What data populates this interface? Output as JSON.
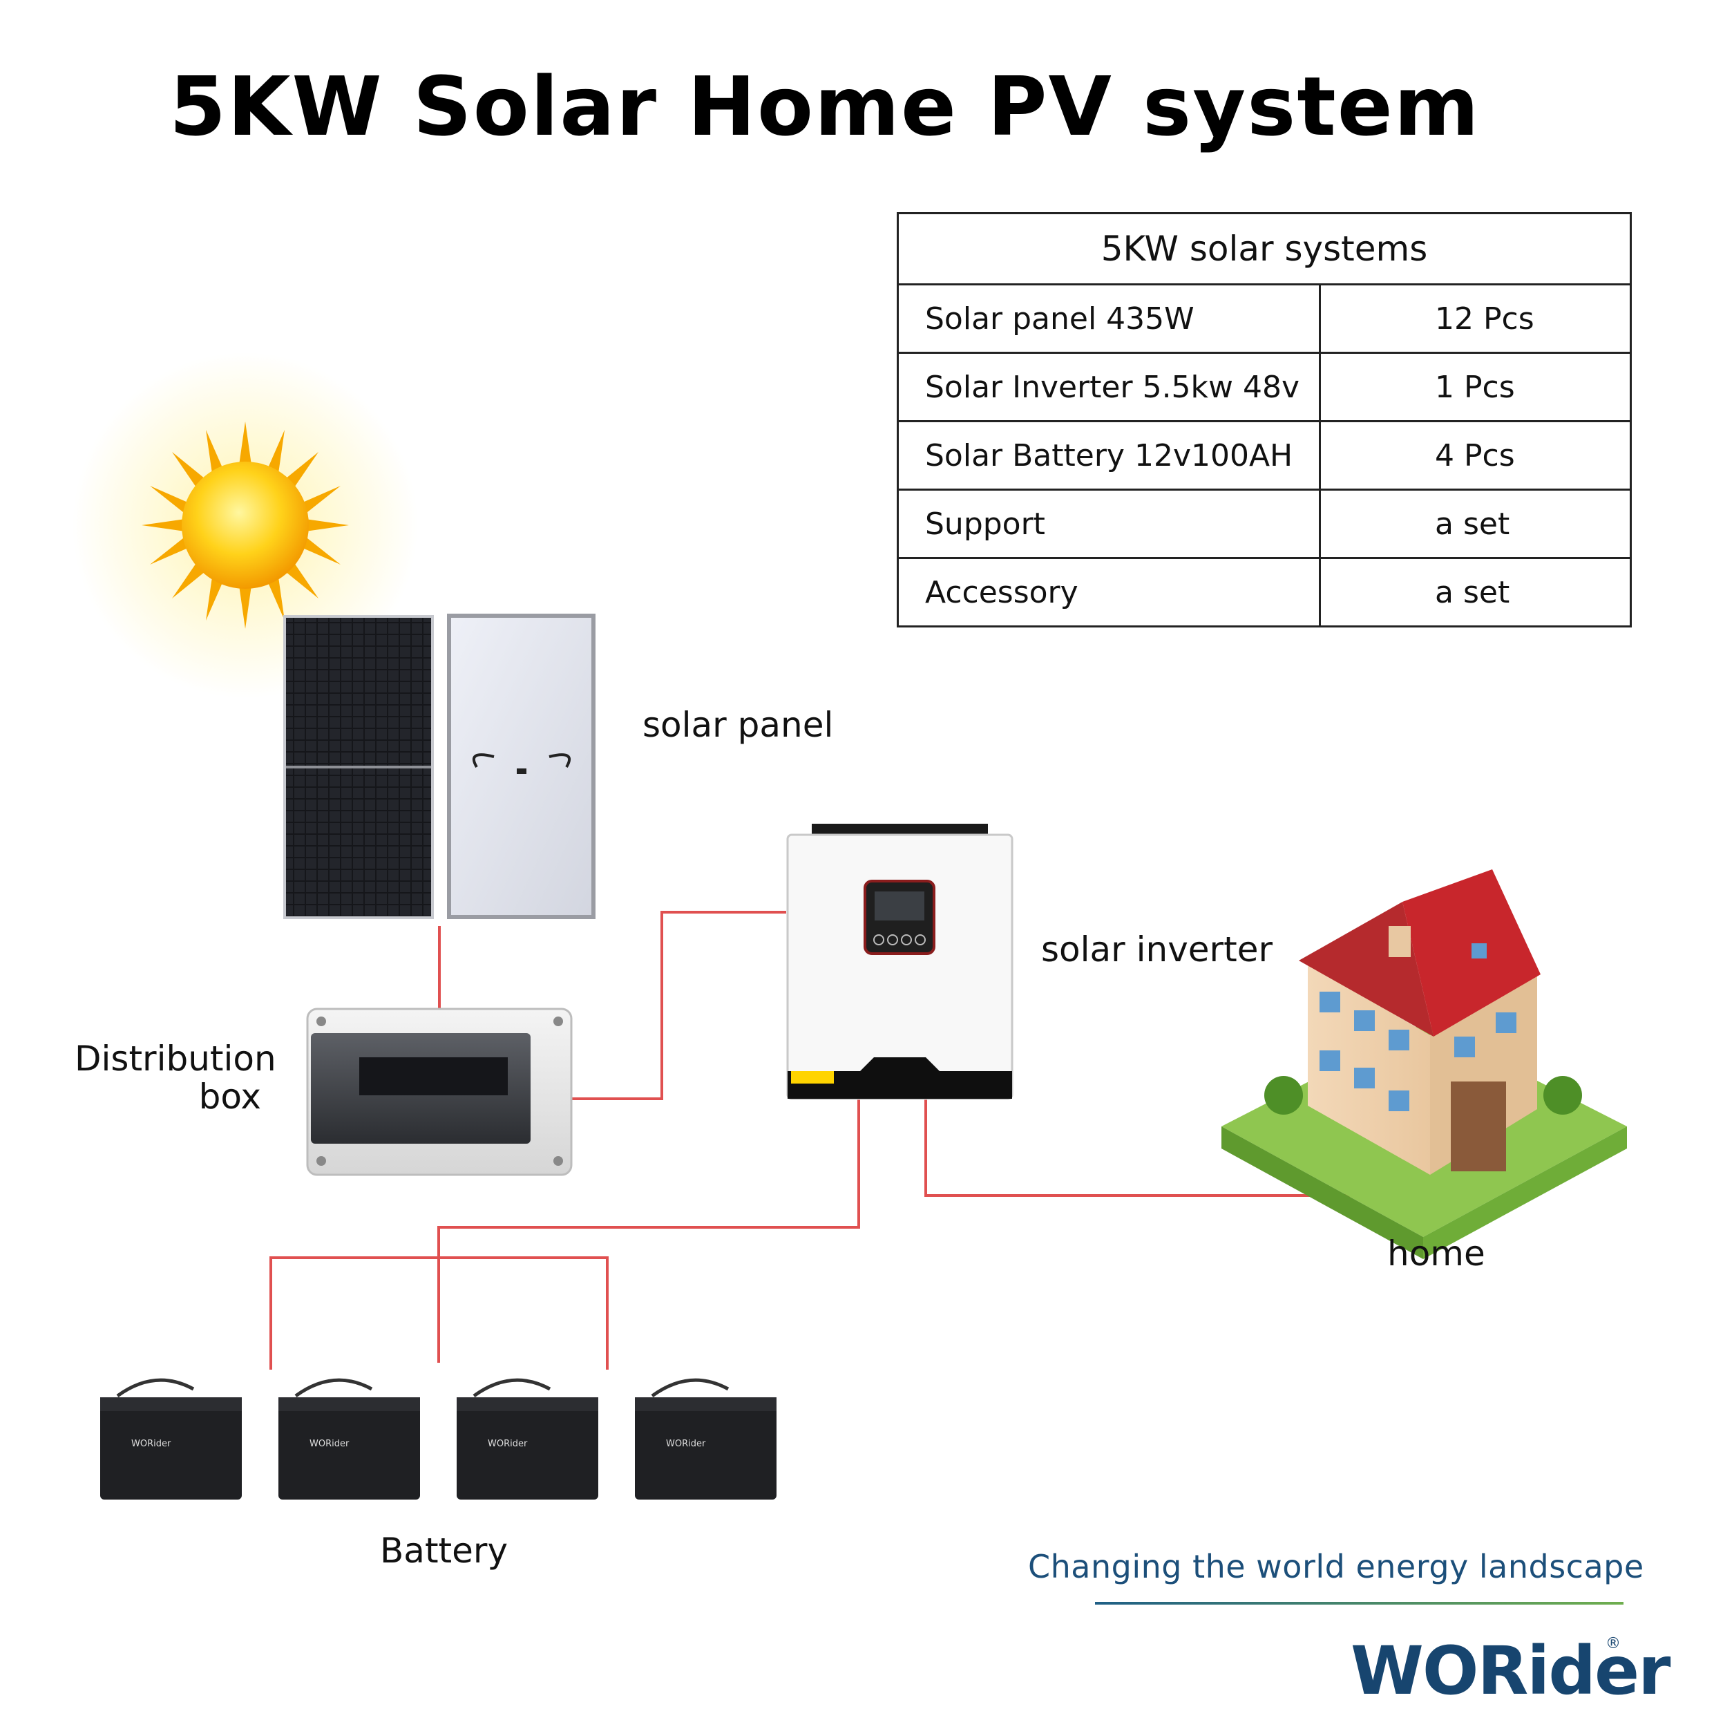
{
  "title": "5KW Solar Home PV system",
  "spec_table": {
    "header": "5KW solar systems",
    "rows": [
      {
        "item": "Solar panel 435W",
        "qty": "12 Pcs"
      },
      {
        "item": "Solar Inverter 5.5kw 48v",
        "qty": "1 Pcs"
      },
      {
        "item": "Solar Battery 12v100AH",
        "qty": "4 Pcs"
      },
      {
        "item": "Support",
        "qty": "a set"
      },
      {
        "item": "Accessory",
        "qty": "a set"
      }
    ]
  },
  "labels": {
    "solar_panel": "solar panel",
    "distribution_box_line1": "Distribution",
    "distribution_box_line2": "box",
    "solar_inverter": "solar inverter",
    "home": "home",
    "battery": "Battery"
  },
  "battery_brand": "WORider",
  "tagline": "Changing the world energy landscape",
  "brand": {
    "logo_text": "WORider",
    "registered_mark": "®"
  },
  "colors": {
    "wire": "#e05050",
    "brand_blue": "#17456f",
    "brand_green": "#6fae4e",
    "sun": "#f7b500",
    "roof": "#c8262c"
  }
}
